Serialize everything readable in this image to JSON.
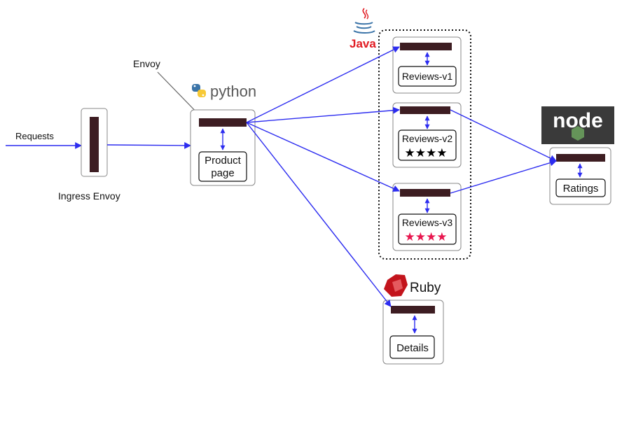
{
  "diagram": {
    "requests_label": "Requests",
    "ingress_label": "Ingress Envoy",
    "envoy_label": "Envoy",
    "python_label": "python",
    "java_label": "Java",
    "ruby_label": "Ruby",
    "node_label": "node",
    "services": {
      "productpage": {
        "line1": "Product",
        "line2": "page"
      },
      "reviews_v1": {
        "label": "Reviews-v1"
      },
      "reviews_v2": {
        "label": "Reviews-v2",
        "stars": "★★★★",
        "star_color": "#000000"
      },
      "reviews_v3": {
        "label": "Reviews-v3",
        "stars": "★★★★",
        "star_color": "#e8174f"
      },
      "ratings": {
        "label": "Ratings"
      },
      "details": {
        "label": "Details"
      }
    }
  },
  "colors": {
    "arrow": "#2c2cf0",
    "proxy": "#3d1d22",
    "node_bg": "#3a3a3a",
    "ruby_red": "#c3141c",
    "java_red": "#e11b22",
    "python_blue": "#3b74a8",
    "python_yellow": "#f7c936"
  }
}
